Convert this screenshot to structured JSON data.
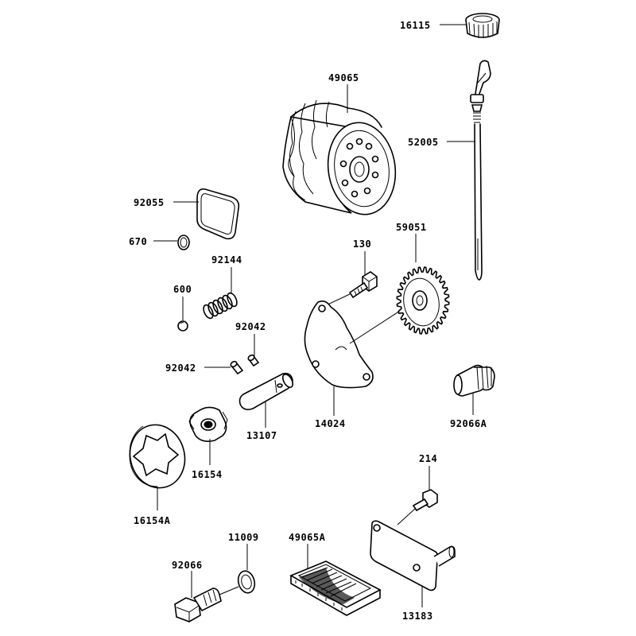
{
  "parts": {
    "p16115": "16115",
    "p49065": "49065",
    "p52005": "52005",
    "p92055": "92055",
    "p670": "670",
    "p92144": "92144",
    "p600": "600",
    "p130": "130",
    "p59051": "59051",
    "p92042a": "92042",
    "p92042b": "92042",
    "p13107": "13107",
    "p14024": "14024",
    "p92066A": "92066A",
    "p16154": "16154",
    "p16154A": "16154A",
    "p214": "214",
    "p11009": "11009",
    "p49065A": "49065A",
    "p92066": "92066",
    "p13183": "13183"
  }
}
